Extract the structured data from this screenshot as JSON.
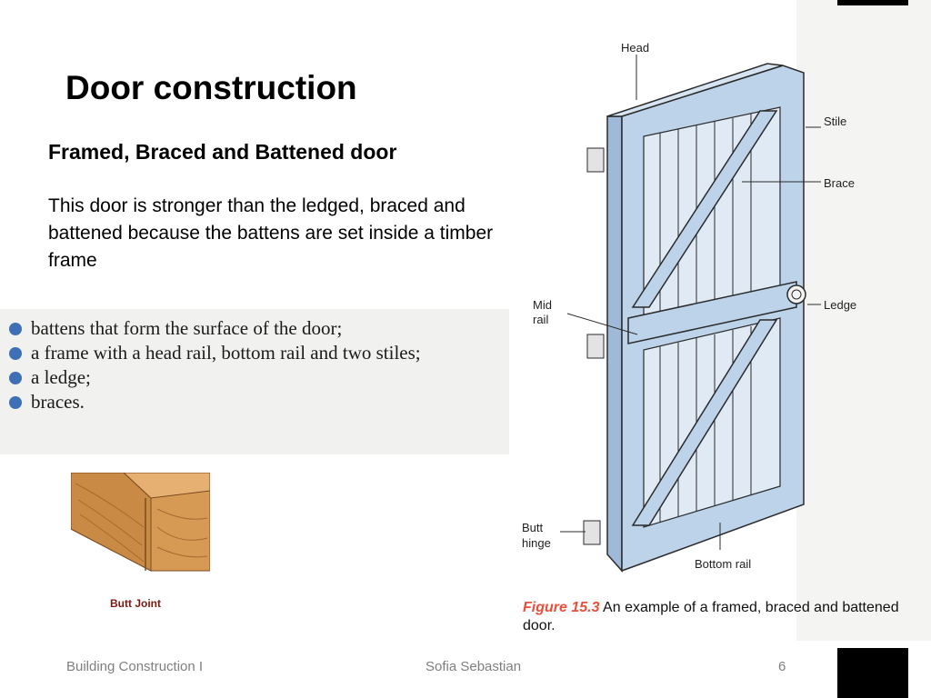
{
  "slide": {
    "title": "Door construction",
    "subtitle": "Framed, Braced and Battened door",
    "body": "This door is stronger than the ledged, braced and battened because the battens are set inside a timber frame"
  },
  "scan_list": {
    "items": [
      "battens that form the surface of the door;",
      "a frame with a head rail, bottom rail and two stiles;",
      "a ledge;",
      "braces."
    ]
  },
  "joint": {
    "label": "Butt Joint"
  },
  "figure": {
    "labels": {
      "head": "Head",
      "stile": "Stile",
      "brace": "Brace",
      "ledge": "Ledge",
      "mid_rail_1": "Mid",
      "mid_rail_2": "rail",
      "butt_hinge_1": "Butt",
      "butt_hinge_2": "hinge",
      "bottom_rail": "Bottom rail"
    },
    "caption_prefix": "Figure 15.3",
    "caption_text": " An example of a framed, braced and battened door."
  },
  "footer": {
    "left": "Building Construction I",
    "center": "Sofia Sebastian",
    "page": "6"
  },
  "colors": {
    "door_fill": "#bcd3ea",
    "door_outline": "#2b2b2b",
    "bullet": "#3f6fb5",
    "wood": "#d79a55",
    "caption_accent": "#e8503a"
  }
}
